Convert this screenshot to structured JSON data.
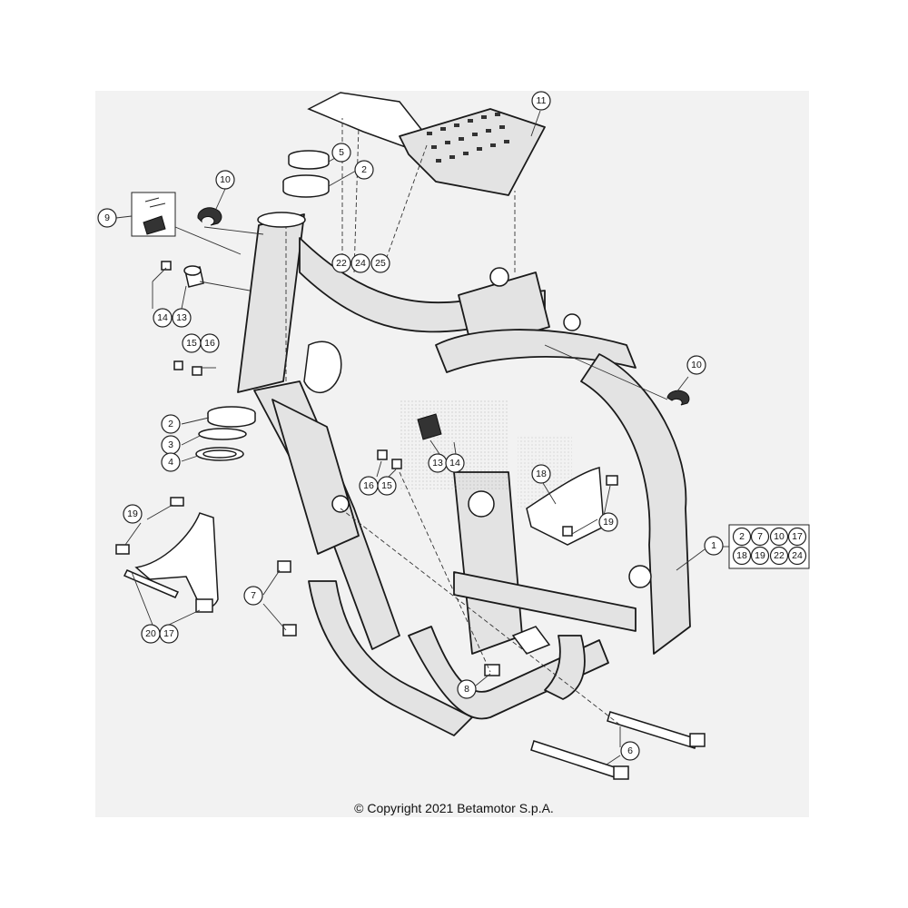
{
  "copyright": "© Copyright 2021 Betamotor S.p.A.",
  "callouts": [
    {
      "label": "11"
    },
    {
      "label": "5"
    },
    {
      "label": "2"
    },
    {
      "label": "10"
    },
    {
      "label": "9"
    },
    {
      "label": "22"
    },
    {
      "label": "24"
    },
    {
      "label": "25"
    },
    {
      "label": "14"
    },
    {
      "label": "13"
    },
    {
      "label": "15"
    },
    {
      "label": "16"
    },
    {
      "label": "10"
    },
    {
      "label": "2"
    },
    {
      "label": "3"
    },
    {
      "label": "4"
    },
    {
      "label": "13"
    },
    {
      "label": "14"
    },
    {
      "label": "16"
    },
    {
      "label": "15"
    },
    {
      "label": "18"
    },
    {
      "label": "19"
    },
    {
      "label": "19"
    },
    {
      "label": "1"
    },
    {
      "label": "7"
    },
    {
      "label": "20"
    },
    {
      "label": "17"
    },
    {
      "label": "8"
    },
    {
      "label": "6"
    }
  ],
  "kit": {
    "items": [
      "2",
      "7",
      "10",
      "17",
      "18",
      "19",
      "22",
      "24"
    ]
  }
}
